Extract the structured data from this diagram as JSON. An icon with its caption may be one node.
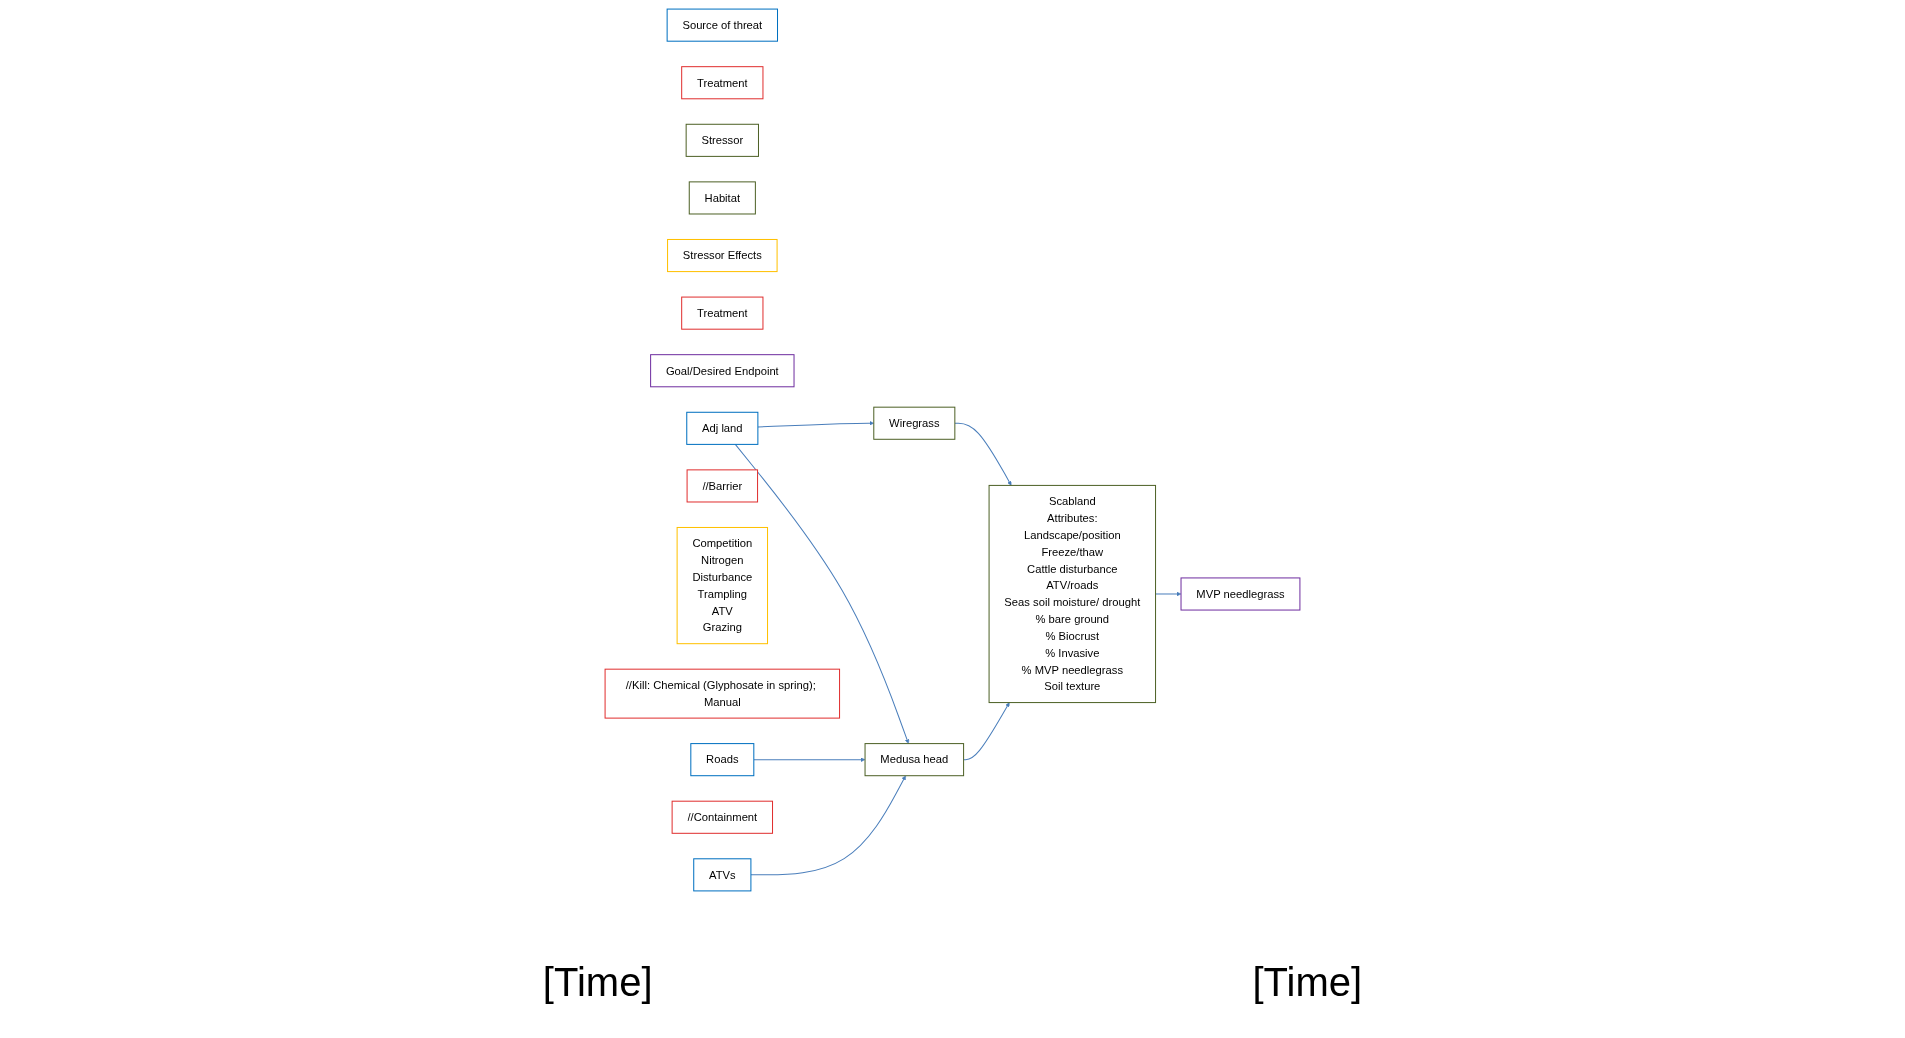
{
  "diagram": {
    "nodes": [
      {
        "text": [
          "Source of threat"
        ]
      },
      {
        "text": [
          "Treatment"
        ]
      },
      {
        "text": [
          "Stressor"
        ]
      },
      {
        "text": [
          "Habitat"
        ]
      },
      {
        "text": [
          "Stressor Effects"
        ]
      },
      {
        "text": [
          "Treatment"
        ]
      },
      {
        "text": [
          "Goal/Desired Endpoint"
        ]
      },
      {
        "text": [
          "Adj land"
        ]
      },
      {
        "text": [
          "//Barrier"
        ]
      },
      {
        "text": [
          "Wiregrass"
        ]
      },
      {
        "text": [
          "Scabland",
          "Attributes:",
          "Landscape/position",
          "Freeze/thaw",
          "Cattle disturbance",
          "ATV/roads",
          "Seas soil moisture/ drought",
          "% bare ground",
          "% Biocrust",
          "% Invasive",
          "% MVP needlegrass",
          "Soil texture"
        ]
      },
      {
        "text": [
          "Competition",
          "Nitrogen",
          "Disturbance",
          "Trampling",
          "ATV",
          "Grazing"
        ]
      },
      {
        "text": [
          "//Kill: Chemical (Glyphosate in spring); Manual"
        ]
      },
      {
        "text": [
          "MVP needlegrass"
        ]
      },
      {
        "text": [
          "Roads"
        ]
      },
      {
        "text": [
          "//Containment"
        ]
      },
      {
        "text": [
          "Medusa head"
        ]
      },
      {
        "text": [
          "ATVs"
        ]
      }
    ],
    "edges": [
      {
        "from": 7,
        "to": 9,
        "arrow": "to"
      },
      {
        "from": 7,
        "to": 16,
        "arrow": "to"
      },
      {
        "from": 14,
        "to": 16,
        "arrow": "to"
      },
      {
        "from": 17,
        "to": 16,
        "arrow": "to"
      },
      {
        "from": 9,
        "to": 10,
        "arrow": "to"
      },
      {
        "from": 16,
        "to": 10,
        "arrow": "to"
      },
      {
        "from": 10,
        "to": 13,
        "arrow": "to"
      }
    ],
    "labels": [
      "[Time]",
      "[Time]"
    ]
  }
}
